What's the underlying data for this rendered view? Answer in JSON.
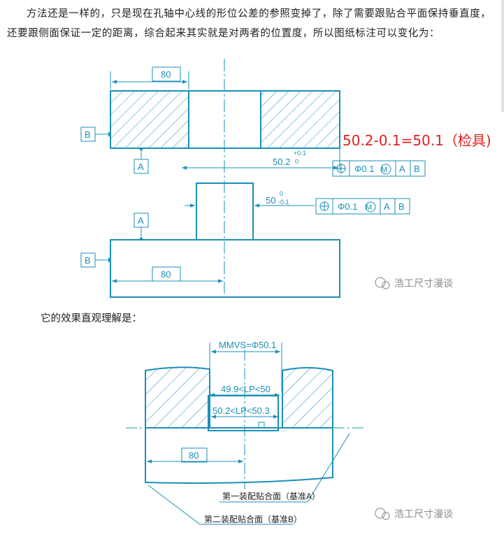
{
  "paragraph": "方法还是一样的，只是现在孔轴中心线的形位公差的参照变掉了，除了需要跟贴合平面保持垂直度，还要跟侧面保证一定的距离，综合起来其实就是对两者的位置度，所以图纸标注可以变化为：",
  "caption": "它的效果直观理解是：",
  "watermark": "浩工尺寸漫谈",
  "red_note": "50.2-0.1=50.1（检具)",
  "colors": {
    "drawing": "#1b8fb8",
    "red_note": "#e02020",
    "text": "#222222"
  },
  "drawing1": {
    "top_part": {
      "dim_width": "80",
      "datum_b": "B",
      "datum_a": "A",
      "hole_dim": "50.2",
      "hole_tol_upper": "+0.1",
      "hole_tol_lower": "0",
      "fcf": [
        "⌖",
        "Φ0.1",
        "M",
        "A",
        "B"
      ]
    },
    "bottom_part": {
      "pin_dim": "50",
      "pin_tol_upper": "0",
      "pin_tol_lower": "-0.1",
      "fcf": [
        "⌖",
        "Φ0.1",
        "M",
        "A",
        "B"
      ],
      "datum_a": "A",
      "datum_b": "B",
      "dim_width": "80"
    }
  },
  "drawing2": {
    "mmvs": "MMVS=Φ50.1",
    "lp_upper": "49.9<LP<50",
    "lp_lower": "50.2<LP<50.3",
    "dim_width": "80",
    "label_first": "第一装配贴合面（基准A）",
    "label_second": "第二装配贴合面（基准B）"
  }
}
